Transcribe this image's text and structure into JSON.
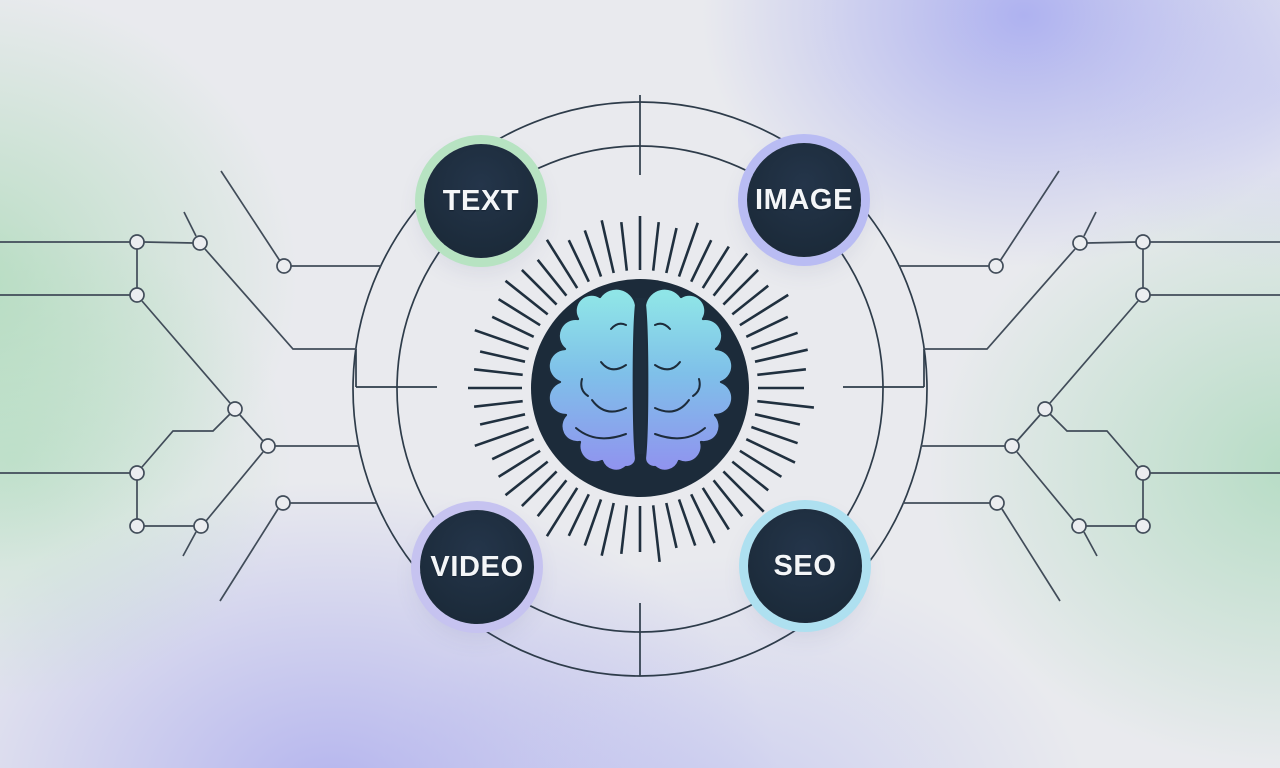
{
  "diagram": {
    "description": "AI brain hub illustration with radiating spokes, two concentric orbit circles, circuit traces on both sides, and four channel badges",
    "center": {
      "icon": "brain-icon",
      "disc_color": "#1c2b3a",
      "brain_gradient_top": "#8fe5e7",
      "brain_gradient_mid": "#7fc0e9",
      "brain_gradient_bottom": "#9093ef"
    },
    "nodes": [
      {
        "label": "TEXT",
        "position": "top-left",
        "ring_color": "#b7e3c2"
      },
      {
        "label": "IMAGE",
        "position": "top-right",
        "ring_color": "#b9bcf3"
      },
      {
        "label": "VIDEO",
        "position": "bottom-left",
        "ring_color": "#c6c3f0"
      },
      {
        "label": "SEO",
        "position": "bottom-right",
        "ring_color": "#aee0f0"
      }
    ],
    "colors": {
      "background_base": "#e9eaee",
      "accent_green": "#a8d9b4",
      "accent_periwinkle": "#a8acf0",
      "orbit_line": "#2e3c4a",
      "circuit_line": "#414c59",
      "ray_line": "#20303f",
      "label_text": "#f4f6f8"
    }
  }
}
